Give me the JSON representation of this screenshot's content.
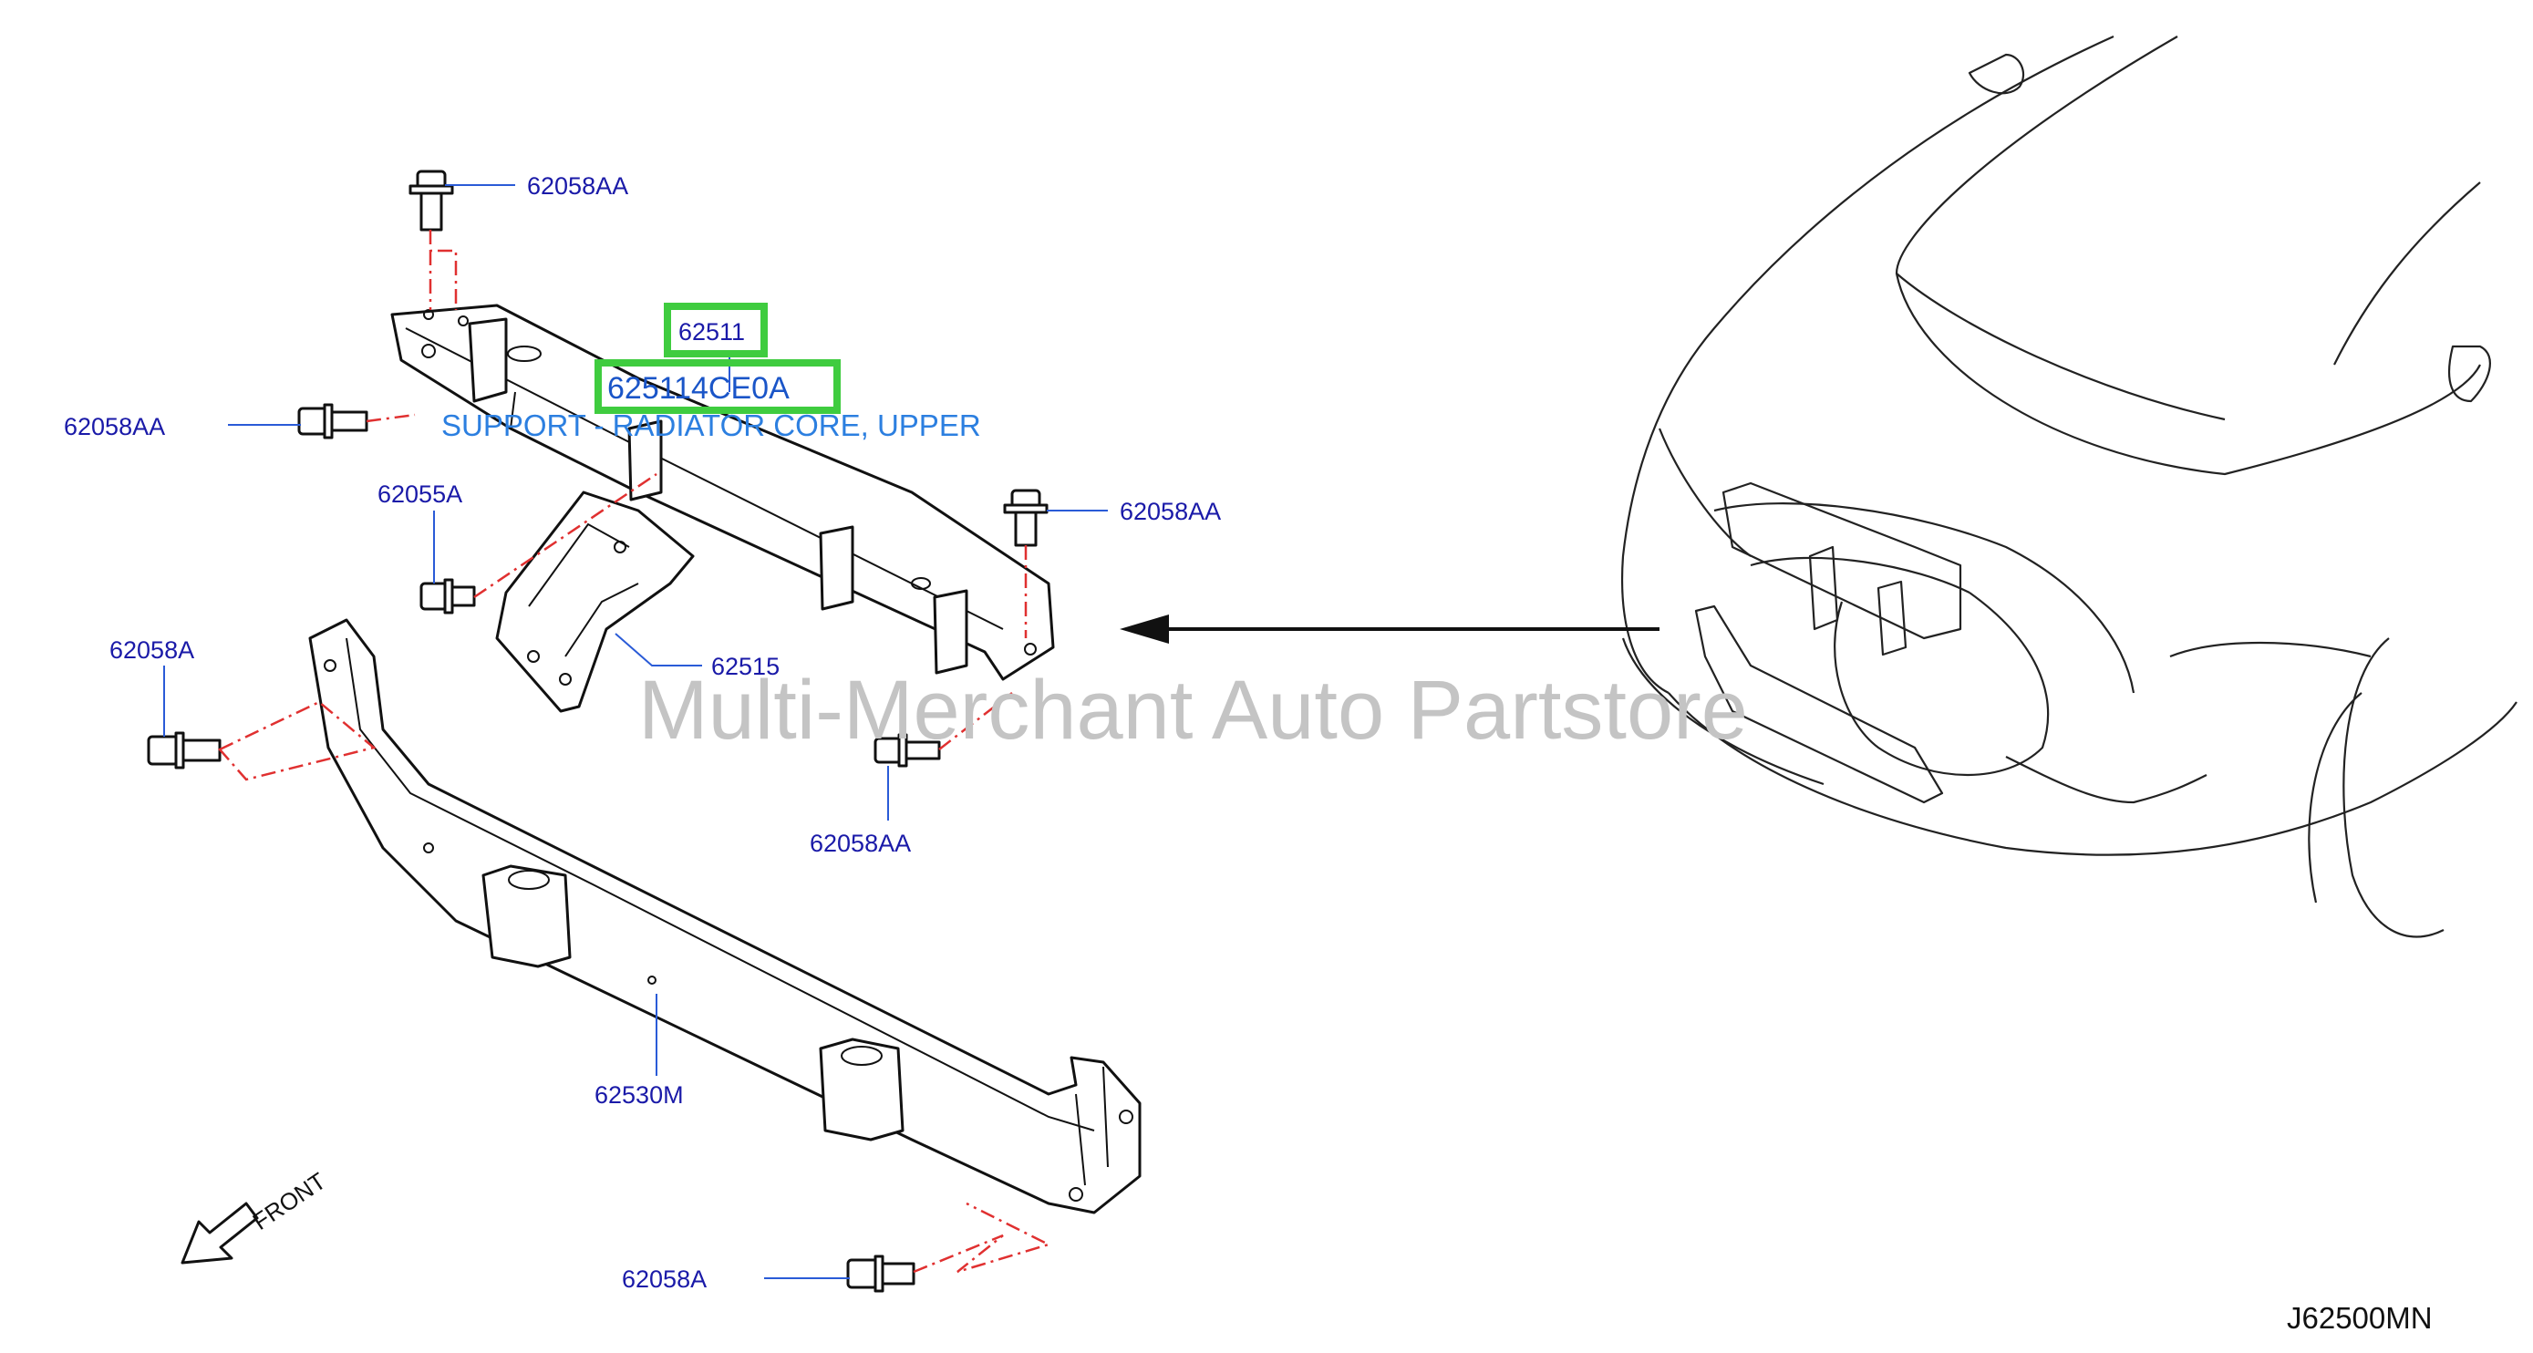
{
  "labels": {
    "bolt_top": "62058AA",
    "bolt_left": "62058AA",
    "bolt_right": "62058AA",
    "bolt_mid": "62058AA",
    "bolt_left_lower": "62058A",
    "bolt_bottom": "62058A",
    "screw": "62055A",
    "bracket": "62515",
    "lower_member": "62530M",
    "upper_support": "62511",
    "part_number": "625114CE0A",
    "description": "SUPPORT - RADIATOR CORE, UPPER",
    "front": "FRONT",
    "diagram_code": "J62500MN"
  },
  "watermark": "Multi-Merchant Auto Partstore",
  "highlights": [
    "62511",
    "625114CE0A"
  ],
  "colors": {
    "label": "#1a1aa8",
    "description": "#2c7fe0",
    "highlight": "#3fcc3f",
    "dash": "#e03030",
    "watermark": "#c4c4c4"
  }
}
